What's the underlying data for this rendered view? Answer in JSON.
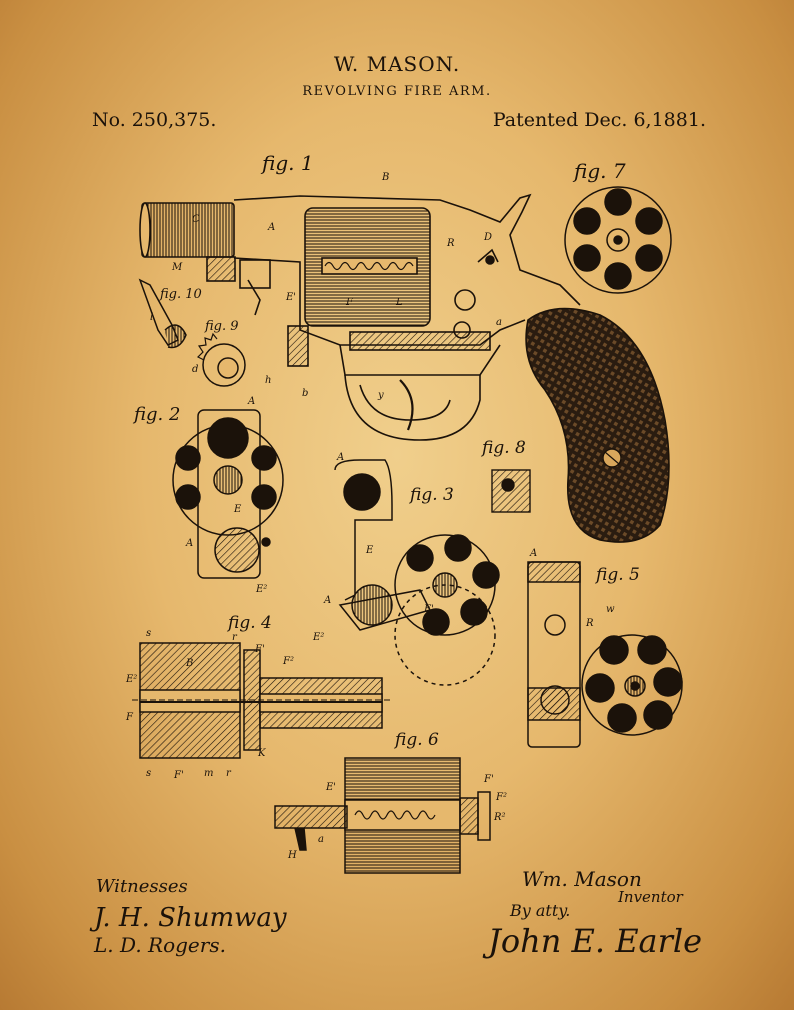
{
  "header": {
    "inventor": "W. MASON.",
    "title": "REVOLVING FIRE ARM.",
    "patent_number": "No. 250,375.",
    "patent_date": "Patented Dec. 6,1881."
  },
  "figures": {
    "fig1": "fig. 1",
    "fig2": "fig. 2",
    "fig3": "fig. 3",
    "fig4": "fig. 4",
    "fig5": "fig. 5",
    "fig6": "fig. 6",
    "fig7": "fig. 7",
    "fig8": "fig. 8",
    "fig9": "fig. 9",
    "fig10": "fig. 10"
  },
  "part_letters": {
    "B": "B",
    "C": "C",
    "A": "A",
    "D": "D",
    "M": "M",
    "E": "E",
    "R": "R",
    "L": "L",
    "F": "F",
    "F1": "F'",
    "F2": "F²",
    "E1": "E'",
    "E2": "E²",
    "R2": "R²",
    "K": "K",
    "H": "H",
    "y": "y",
    "a": "a",
    "b": "b",
    "d": "d",
    "h": "h",
    "l": "l",
    "m": "m",
    "r": "r",
    "s": "s",
    "w": "w"
  },
  "footer": {
    "witnesses_label": "Witnesses",
    "witness_1": "J. H. Shumway",
    "witness_2": "L. D. Rogers.",
    "inventor_signature": "Wm. Mason",
    "inventor_label": "Inventor",
    "attorney_label": "By atty.",
    "attorney_signature": "John E. Earle"
  },
  "colors": {
    "paper": "#e6b86d",
    "ink": "#1b120a"
  }
}
